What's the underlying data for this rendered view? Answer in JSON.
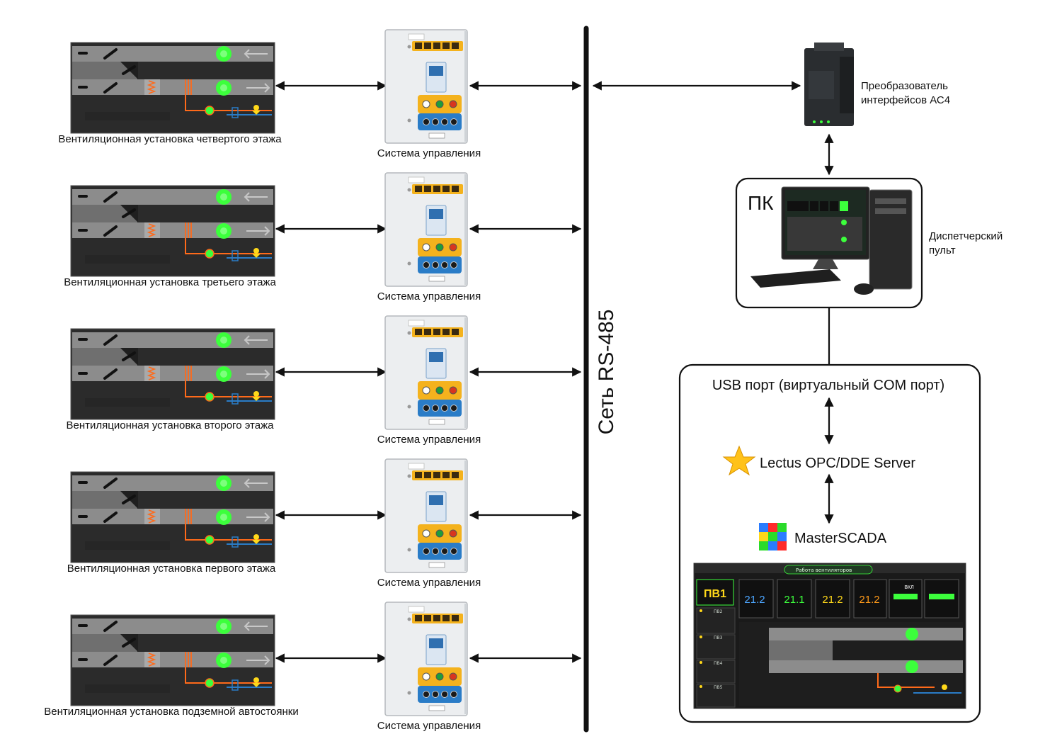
{
  "bus": {
    "label": "Сеть RS-485"
  },
  "floors": [
    {
      "unit_label": "Вентиляционная установка четвертого этажа",
      "controller_label": "Система управления"
    },
    {
      "unit_label": "Вентиляционная установка третьего этажа",
      "controller_label": "Система управления"
    },
    {
      "unit_label": "Вентиляционная установка второго этажа",
      "controller_label": "Система управления"
    },
    {
      "unit_label": "Вентиляционная установка первого этажа",
      "controller_label": "Система управления"
    },
    {
      "unit_label": "Вентиляционная установка подземной автостоянки",
      "controller_label": "Система управления"
    }
  ],
  "converter": {
    "label_line1": "Преобразователь",
    "label_line2": "интерфейсов АС4"
  },
  "pc": {
    "label": "ПК",
    "desc_line1": "Диспетчерский",
    "desc_line2": "пульт"
  },
  "software": {
    "usb": "USB порт (виртуальный COM порт)",
    "opc": "Lectus OPC/DDE Server",
    "scada": "MasterSCADA",
    "screen": {
      "unit_name": "ПВ1",
      "header_title": "Работа вентиляторов",
      "readings": [
        "21.2",
        "21.1",
        "21.2",
        "21.2"
      ],
      "fan_state": "ВКЛ",
      "side_units": [
        "ПВ2",
        "ПВ3",
        "ПВ4",
        "ПВ5"
      ]
    }
  },
  "colors": {
    "bus": "#111111",
    "unit_bg": "#2b2b2b",
    "duct": "#8f8f8f",
    "fan": "#3cff3c",
    "heater": "#ff6a1a",
    "panel_yellow": "#f4b21d",
    "panel_blue": "#2a7cc7"
  }
}
